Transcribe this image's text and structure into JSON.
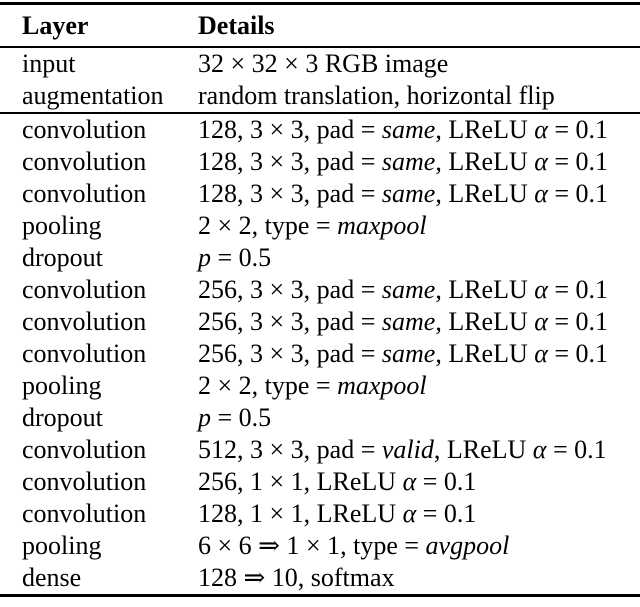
{
  "page": {
    "background_color": "#ffffff",
    "text_color": "#000000"
  },
  "table": {
    "header": {
      "layer": "Layer",
      "details": "Details"
    },
    "groups": [
      {
        "rows": [
          {
            "layer": "input",
            "details": [
              {
                "text": "32 × 32 × 3 RGB image"
              }
            ]
          },
          {
            "layer": "augmentation",
            "details": [
              {
                "text": "random translation, horizontal flip"
              }
            ]
          }
        ]
      },
      {
        "rows": [
          {
            "layer": "convolution",
            "details": [
              {
                "text": "128, 3 × 3, pad = "
              },
              {
                "text": "same",
                "i": true
              },
              {
                "text": ", LReLU "
              },
              {
                "text": "α",
                "i": true
              },
              {
                "text": " = 0.1"
              }
            ]
          },
          {
            "layer": "convolution",
            "details": [
              {
                "text": "128, 3 × 3, pad = "
              },
              {
                "text": "same",
                "i": true
              },
              {
                "text": ", LReLU "
              },
              {
                "text": "α",
                "i": true
              },
              {
                "text": " = 0.1"
              }
            ]
          },
          {
            "layer": "convolution",
            "details": [
              {
                "text": "128, 3 × 3, pad = "
              },
              {
                "text": "same",
                "i": true
              },
              {
                "text": ", LReLU "
              },
              {
                "text": "α",
                "i": true
              },
              {
                "text": " = 0.1"
              }
            ]
          },
          {
            "layer": "pooling",
            "details": [
              {
                "text": "2 × 2, type = "
              },
              {
                "text": "maxpool",
                "i": true
              }
            ]
          },
          {
            "layer": "dropout",
            "details": [
              {
                "text": "p",
                "i": true
              },
              {
                "text": " = 0.5"
              }
            ]
          },
          {
            "layer": "convolution",
            "details": [
              {
                "text": "256, 3 × 3, pad = "
              },
              {
                "text": "same",
                "i": true
              },
              {
                "text": ", LReLU "
              },
              {
                "text": "α",
                "i": true
              },
              {
                "text": " = 0.1"
              }
            ]
          },
          {
            "layer": "convolution",
            "details": [
              {
                "text": "256, 3 × 3, pad = "
              },
              {
                "text": "same",
                "i": true
              },
              {
                "text": ", LReLU "
              },
              {
                "text": "α",
                "i": true
              },
              {
                "text": " = 0.1"
              }
            ]
          },
          {
            "layer": "convolution",
            "details": [
              {
                "text": "256, 3 × 3, pad = "
              },
              {
                "text": "same",
                "i": true
              },
              {
                "text": ", LReLU "
              },
              {
                "text": "α",
                "i": true
              },
              {
                "text": " = 0.1"
              }
            ]
          },
          {
            "layer": "pooling",
            "details": [
              {
                "text": "2 × 2, type = "
              },
              {
                "text": "maxpool",
                "i": true
              }
            ]
          },
          {
            "layer": "dropout",
            "details": [
              {
                "text": "p",
                "i": true
              },
              {
                "text": " = 0.5"
              }
            ]
          },
          {
            "layer": "convolution",
            "details": [
              {
                "text": "512, 3 × 3, pad = "
              },
              {
                "text": "valid",
                "i": true
              },
              {
                "text": ", LReLU "
              },
              {
                "text": "α",
                "i": true
              },
              {
                "text": " = 0.1"
              }
            ]
          },
          {
            "layer": "convolution",
            "details": [
              {
                "text": "256, 1 × 1, LReLU "
              },
              {
                "text": "α",
                "i": true
              },
              {
                "text": " = 0.1"
              }
            ]
          },
          {
            "layer": "convolution",
            "details": [
              {
                "text": "128, 1 × 1, LReLU "
              },
              {
                "text": "α",
                "i": true
              },
              {
                "text": " = 0.1"
              }
            ]
          },
          {
            "layer": "pooling",
            "details": [
              {
                "text": "6 × 6 ⇒ 1 × 1, type = "
              },
              {
                "text": "avgpool",
                "i": true
              }
            ]
          },
          {
            "layer": "dense",
            "details": [
              {
                "text": "128 ⇒ 10, softmax"
              }
            ]
          }
        ]
      }
    ]
  }
}
